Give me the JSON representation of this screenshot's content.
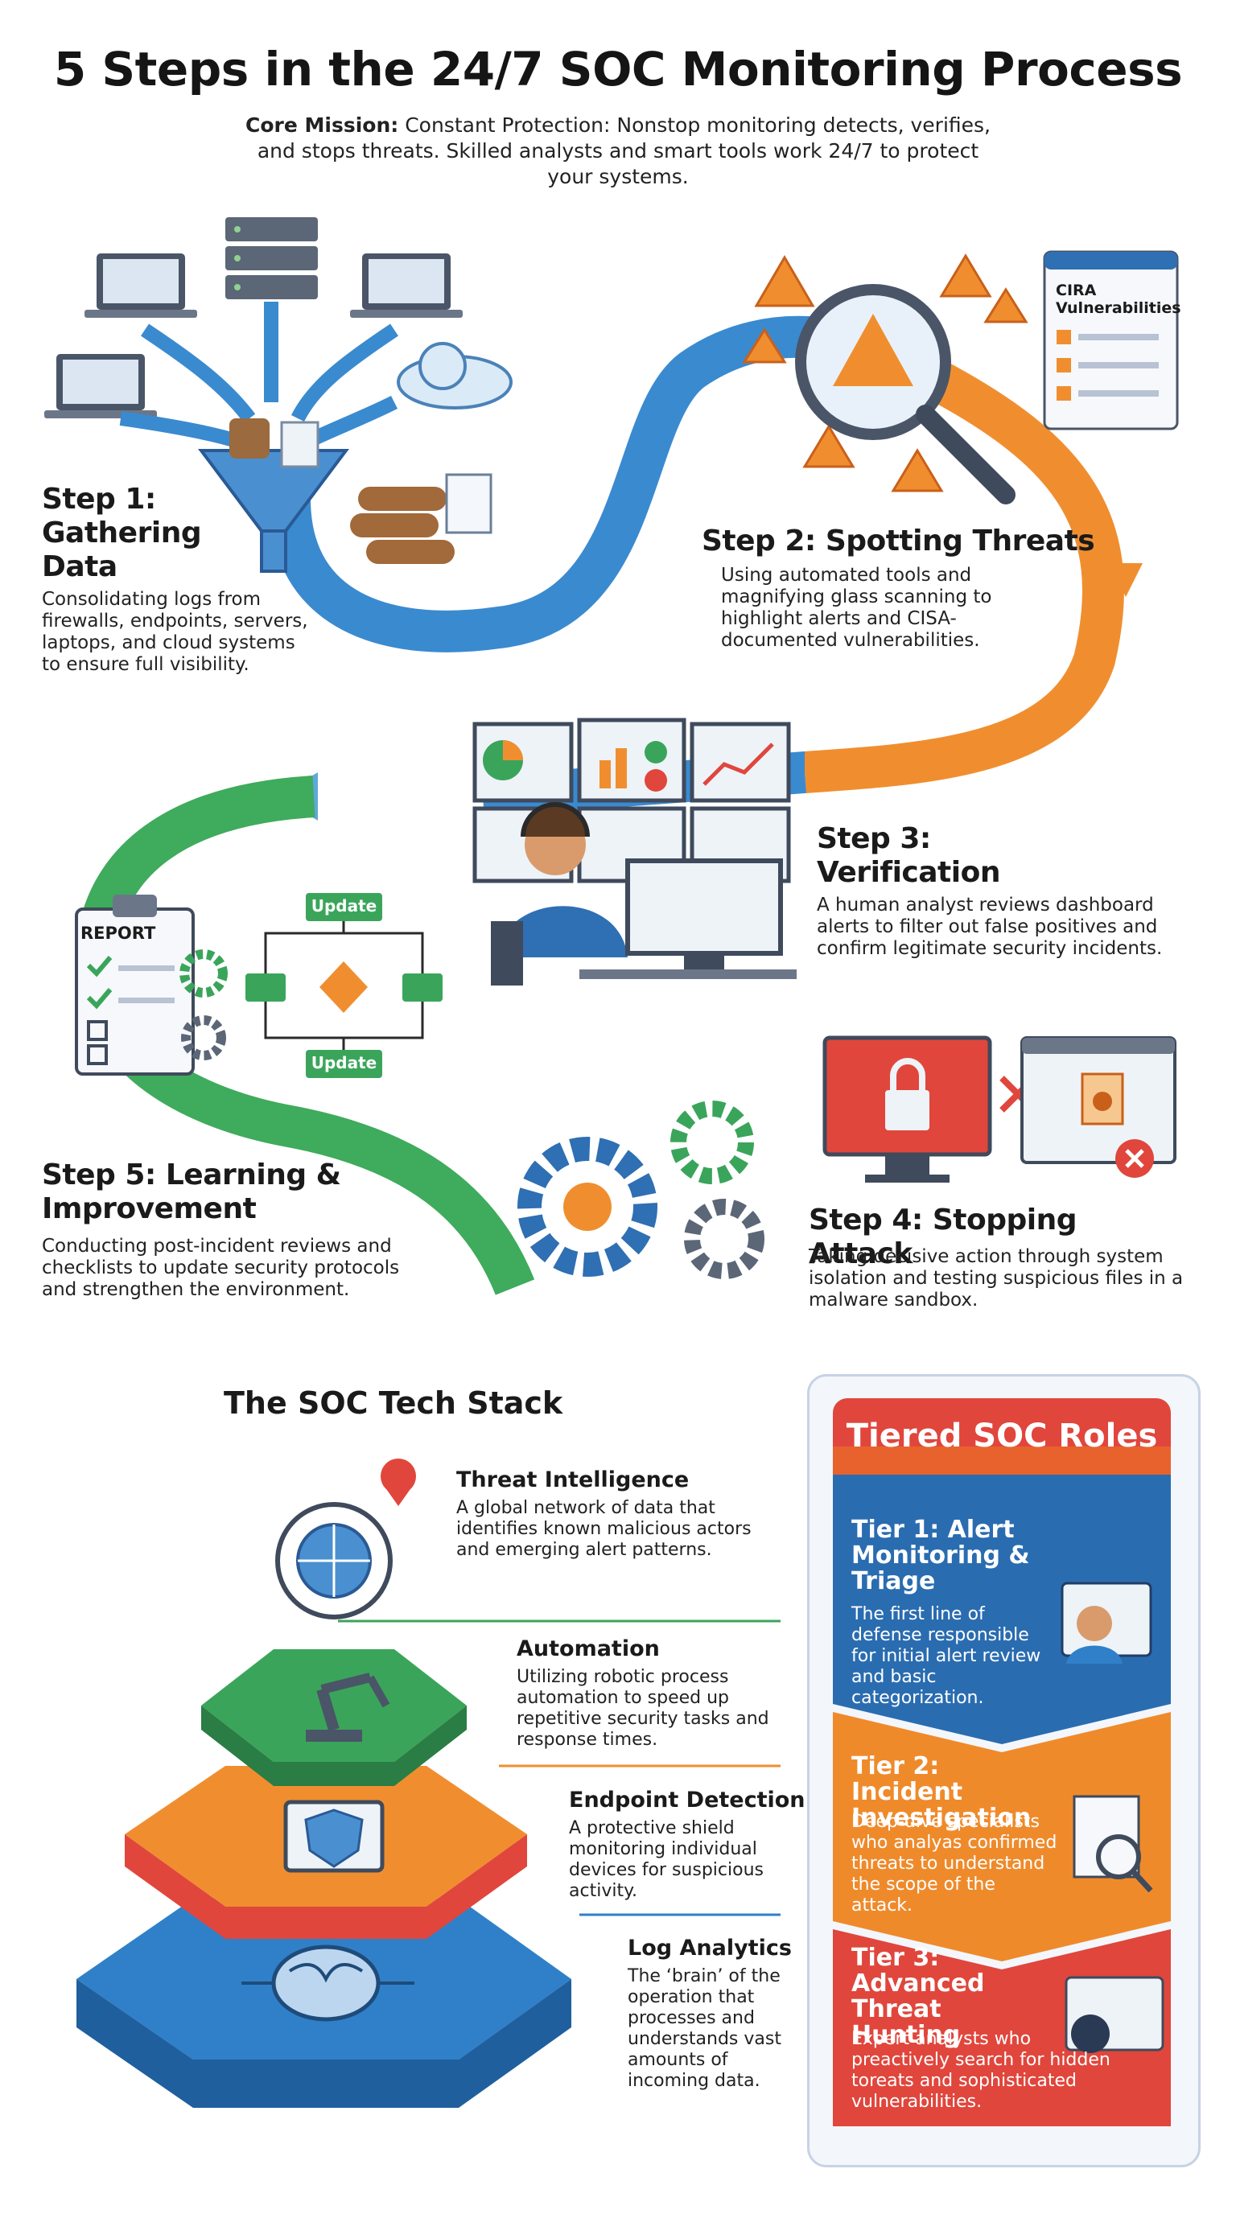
{
  "title": "5 Steps in the 24/7 SOC Monitoring Process",
  "mission": {
    "label": "Core Mission:",
    "text": "Constant Protection: Nonstop monitoring detects, verifies, and stops threats. Skilled analysts and smart tools work 24/7 to protect your systems."
  },
  "steps": [
    {
      "title": "Step 1: Gathering Data",
      "desc": "Consolidating logs from firewalls, endpoints, servers, laptops, and cloud systems to ensure full visibility."
    },
    {
      "title": "Step 2: Spotting Threats",
      "desc": "Using automated tools and magnifying glass scanning to highlight alerts and CISA-documented vulnerabilities."
    },
    {
      "title": "Step 3: Verification",
      "desc": "A human analyst reviews dashboard alerts to filter out false positives and confirm legitimate security incidents."
    },
    {
      "title": "Step 4: Stopping Attack",
      "desc": "Taking decisive action through system isolation and testing suspicious files in a malware sandbox."
    },
    {
      "title": "Step 5: Learning & Improvement",
      "desc": "Conducting post-incident reviews and checklists to update security protocols and strengthen the environment."
    }
  ],
  "illustrations": {
    "cira_label": "CIRA Vulnerabilities",
    "report_label": "REPORT",
    "update_top": "Update",
    "update_bottom": "Update"
  },
  "stack": {
    "heading": "The SOC Tech Stack",
    "layers": [
      {
        "title": "Threat Intelligence",
        "desc": "A global network of data that identifies known malicious actors and emerging alert patterns."
      },
      {
        "title": "Automation",
        "desc": "Utilizing robotic process automation to speed up repetitive security tasks and response times."
      },
      {
        "title": "Endpoint Detection",
        "desc": "A protective shield monitoring individual devices for suspicious activity."
      },
      {
        "title": "Log Analytics",
        "desc": "The ‘brain’ of the operation that processes and understands vast amounts of incoming data."
      }
    ]
  },
  "tiers": {
    "heading": "Tiered SOC Roles",
    "items": [
      {
        "name": "Tier 1: Alert Monitoring & Triage",
        "desc": "The first line of defense responsible for initial alert review and basic categorization."
      },
      {
        "name": "Tier 2: Incident Investigation",
        "desc": "Deep-dive specialists who analyas confirmed threats to understand the scope of the attack."
      },
      {
        "name": "Tier 3: Advanced Threat Hunting",
        "desc": "Expert analysts who preactively search for hidden toreats and sophisticated vulnerabilities."
      }
    ]
  },
  "colors": {
    "blue": "#2f80c8",
    "orange": "#ef8a2b",
    "green": "#3aa55a",
    "red": "#e0463c",
    "navy": "#2a5a95"
  }
}
